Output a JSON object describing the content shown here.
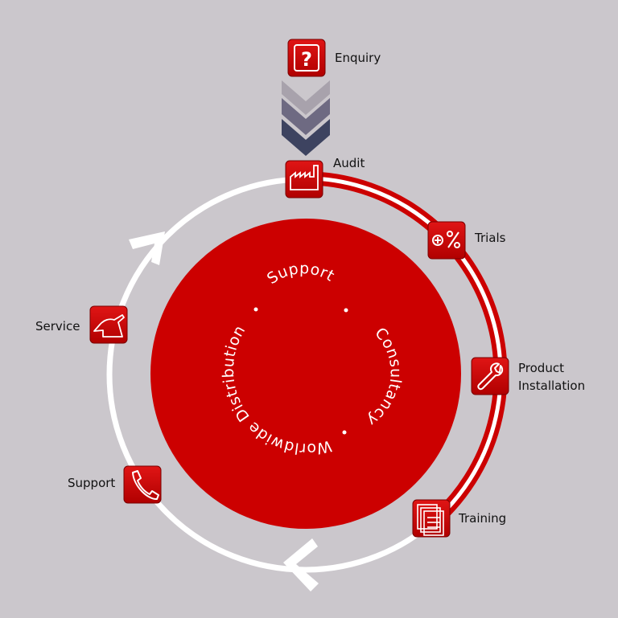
{
  "steps": {
    "enquiry": "Enquiry",
    "audit": "Audit",
    "trials": "Trials",
    "product_installation": [
      "Product",
      "Installation"
    ],
    "training": "Training",
    "support": "Support",
    "service": "Service"
  },
  "center_ring_text": {
    "support": "Support",
    "consultancy": "Consultancy",
    "worldwide_distribution": "Worldwide Distribution"
  },
  "icons": {
    "enquiry": "question-icon",
    "audit": "factory-icon",
    "trials": "plus-percent-icon",
    "product_installation": "wrench-icon",
    "training": "documents-icon",
    "support": "phone-icon",
    "service": "oil-can-icon"
  },
  "colors": {
    "background": "#cbc7cc",
    "brand_red": "#cc0000",
    "white": "#ffffff",
    "chevron_light": "#a8a2ac",
    "chevron_mid": "#6e6a82",
    "chevron_dark": "#3d4360"
  }
}
